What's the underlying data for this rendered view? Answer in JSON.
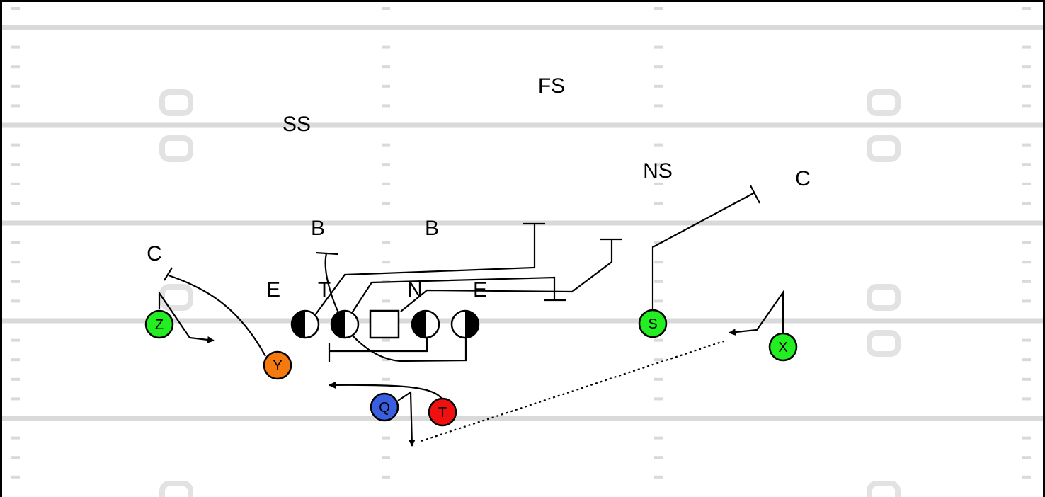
{
  "colors": {
    "field": "#ffffff",
    "yard_line": "#d9d9d9",
    "border": "#000000",
    "green": "#22ee22",
    "orange": "#f47a10",
    "blue": "#3a5ee0",
    "red": "#f01010"
  },
  "defense": {
    "fs": "FS",
    "ss": "SS",
    "ns": "NS",
    "corner_right": "C",
    "corner_left": "C",
    "backer_left": "B",
    "backer_right": "B",
    "end_left": "E",
    "tackle": "T",
    "nose": "N",
    "end_right": "E"
  },
  "offense": {
    "z": {
      "label": "Z",
      "color": "green"
    },
    "y": {
      "label": "Y",
      "color": "orange"
    },
    "q": {
      "label": "Q",
      "color": "blue"
    },
    "t": {
      "label": "T",
      "color": "red"
    },
    "s": {
      "label": "S",
      "color": "green"
    },
    "x": {
      "label": "X",
      "color": "green"
    }
  },
  "offensive_line": [
    "half-circle",
    "half-circle",
    "square",
    "half-circle",
    "half-circle"
  ]
}
